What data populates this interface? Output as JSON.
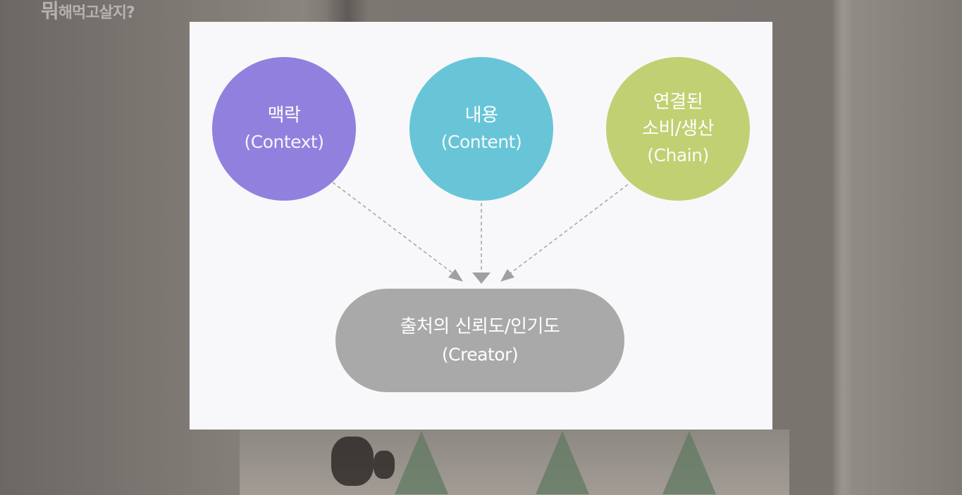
{
  "background": {
    "logo_text_a": "뭐",
    "logo_text_b": "해먹고살지?"
  },
  "diagram": {
    "nodes": [
      {
        "id": "context",
        "label_kr": "맥락",
        "label_en": "(Context)",
        "color": "#9280de"
      },
      {
        "id": "content",
        "label_kr": "내용",
        "label_en": "(Content)",
        "color": "#68c5d8"
      },
      {
        "id": "chain",
        "label_kr_line1": "연결된",
        "label_kr_line2": "소비/생산",
        "label_en": "(Chain)",
        "color": "#c1d072"
      }
    ],
    "target": {
      "id": "creator",
      "label_kr": "출처의 신뢰도/인기도",
      "label_en": "(Creator)",
      "color": "#a9a9a9"
    },
    "edges": [
      {
        "from": "context",
        "to": "creator",
        "style": "dashed-arrow"
      },
      {
        "from": "content",
        "to": "creator",
        "style": "dashed-arrow"
      },
      {
        "from": "chain",
        "to": "creator",
        "style": "dashed-arrow"
      }
    ],
    "edge_color": "#a8a8a8"
  }
}
